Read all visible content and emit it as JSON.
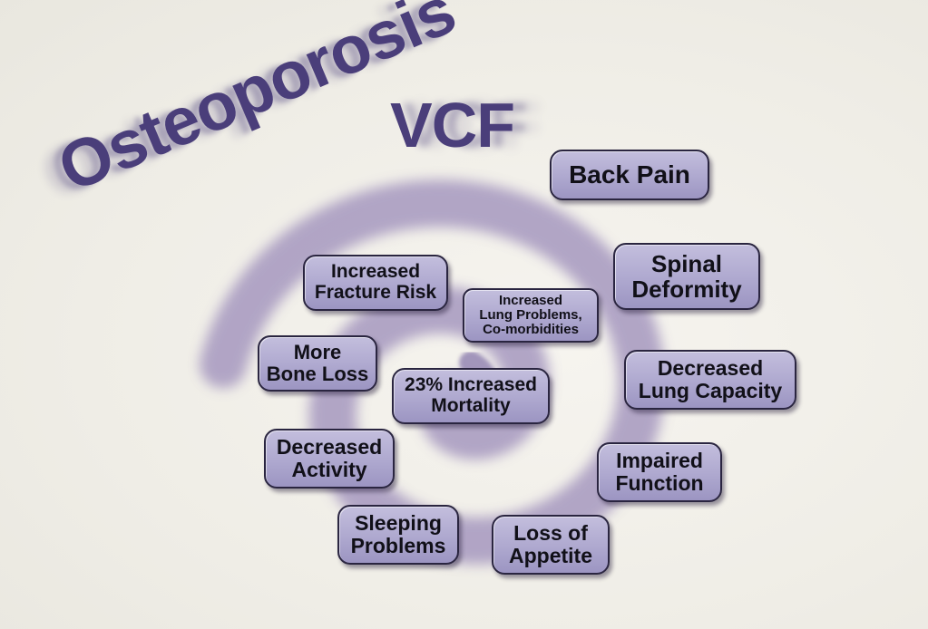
{
  "theme": {
    "accent": "#4a3e7a",
    "box_fill": "#aea8cf",
    "box_border": "#2a2540",
    "spiral": "#a698bf"
  },
  "title": {
    "line1": "Osteoporosis",
    "line2": "VCF"
  },
  "nodes": {
    "back_pain": {
      "lines": [
        "Back Pain"
      ]
    },
    "spinal_deformity": {
      "lines": [
        "Spinal",
        "Deformity"
      ]
    },
    "decreased_lung_capacity": {
      "lines": [
        "Decreased",
        "Lung Capacity"
      ]
    },
    "impaired_function": {
      "lines": [
        "Impaired",
        "Function"
      ]
    },
    "loss_of_appetite": {
      "lines": [
        "Loss of",
        "Appetite"
      ]
    },
    "sleeping_problems": {
      "lines": [
        "Sleeping",
        "Problems"
      ]
    },
    "decreased_activity": {
      "lines": [
        "Decreased",
        "Activity"
      ]
    },
    "more_bone_loss": {
      "lines": [
        "More",
        "Bone Loss"
      ]
    },
    "increased_fracture_risk": {
      "lines": [
        "Increased",
        "Fracture Risk"
      ]
    },
    "increased_lung_problems": {
      "lines": [
        "Increased",
        "Lung Problems,",
        "Co-morbidities"
      ]
    },
    "increased_mortality": {
      "lines": [
        "23% Increased",
        "Mortality"
      ]
    }
  }
}
